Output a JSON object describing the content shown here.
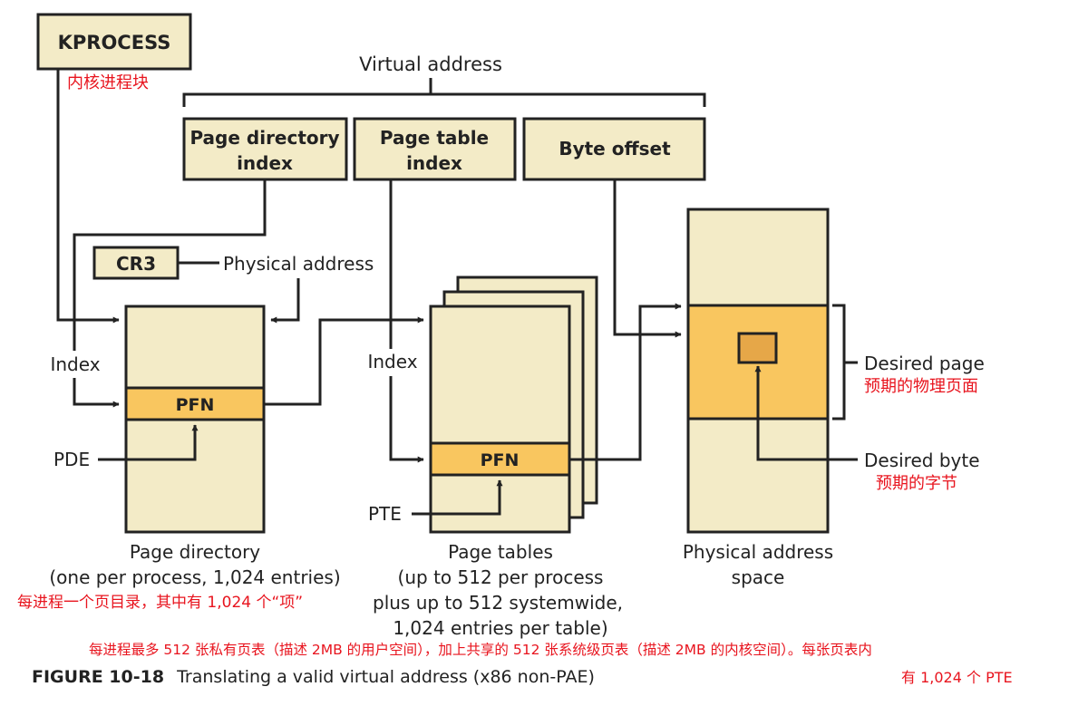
{
  "kprocess": {
    "label": "KPROCESS",
    "annotation_cn": "内核进程块"
  },
  "virtual_address": {
    "label": "Virtual address",
    "fields": {
      "pdi_line1": "Page directory",
      "pdi_line2": "index",
      "pti_line1": "Page table",
      "pti_line2": "index",
      "byte_offset": "Byte offset"
    }
  },
  "cr3": {
    "label": "CR3",
    "physical_address": "Physical address"
  },
  "index_labels": {
    "left": "Index",
    "middle": "Index"
  },
  "pfn_label": "PFN",
  "pde_label": "PDE",
  "pte_label": "PTE",
  "page_directory": {
    "caption_line1": "Page directory",
    "caption_line2": "(one per process, 1,024 entries)",
    "annotation_cn": "每进程一个页目录，其中有 1,024 个“项”"
  },
  "page_tables": {
    "caption_line1": "Page tables",
    "caption_line2": "(up to 512 per process",
    "caption_line3": "plus up to 512 systemwide,",
    "caption_line4": "1,024 entries per table)"
  },
  "physical_space": {
    "caption_line1": "Physical address",
    "caption_line2": "space",
    "desired_page": "Desired page",
    "desired_page_cn": "预期的物理页面",
    "desired_byte": "Desired byte",
    "desired_byte_cn": "预期的字节"
  },
  "annotation_bottom_cn_line1": "每进程最多 512 张私有页表（描述 2MB 的用户空间），加上共享的 512 张系统级页表（描述 2MB 的内核空间）。每张页表内",
  "annotation_bottom_cn_line2": "有 1,024 个 PTE",
  "figure": {
    "number": "FIGURE 10-18",
    "caption": "Translating a valid virtual address (x86 non-PAE)"
  },
  "colors": {
    "box_fill": "#f3ebc7",
    "pfn_fill": "#f9c65f",
    "byte_fill": "#e6a748",
    "stroke": "#222222",
    "annotation": "#e8141e"
  }
}
